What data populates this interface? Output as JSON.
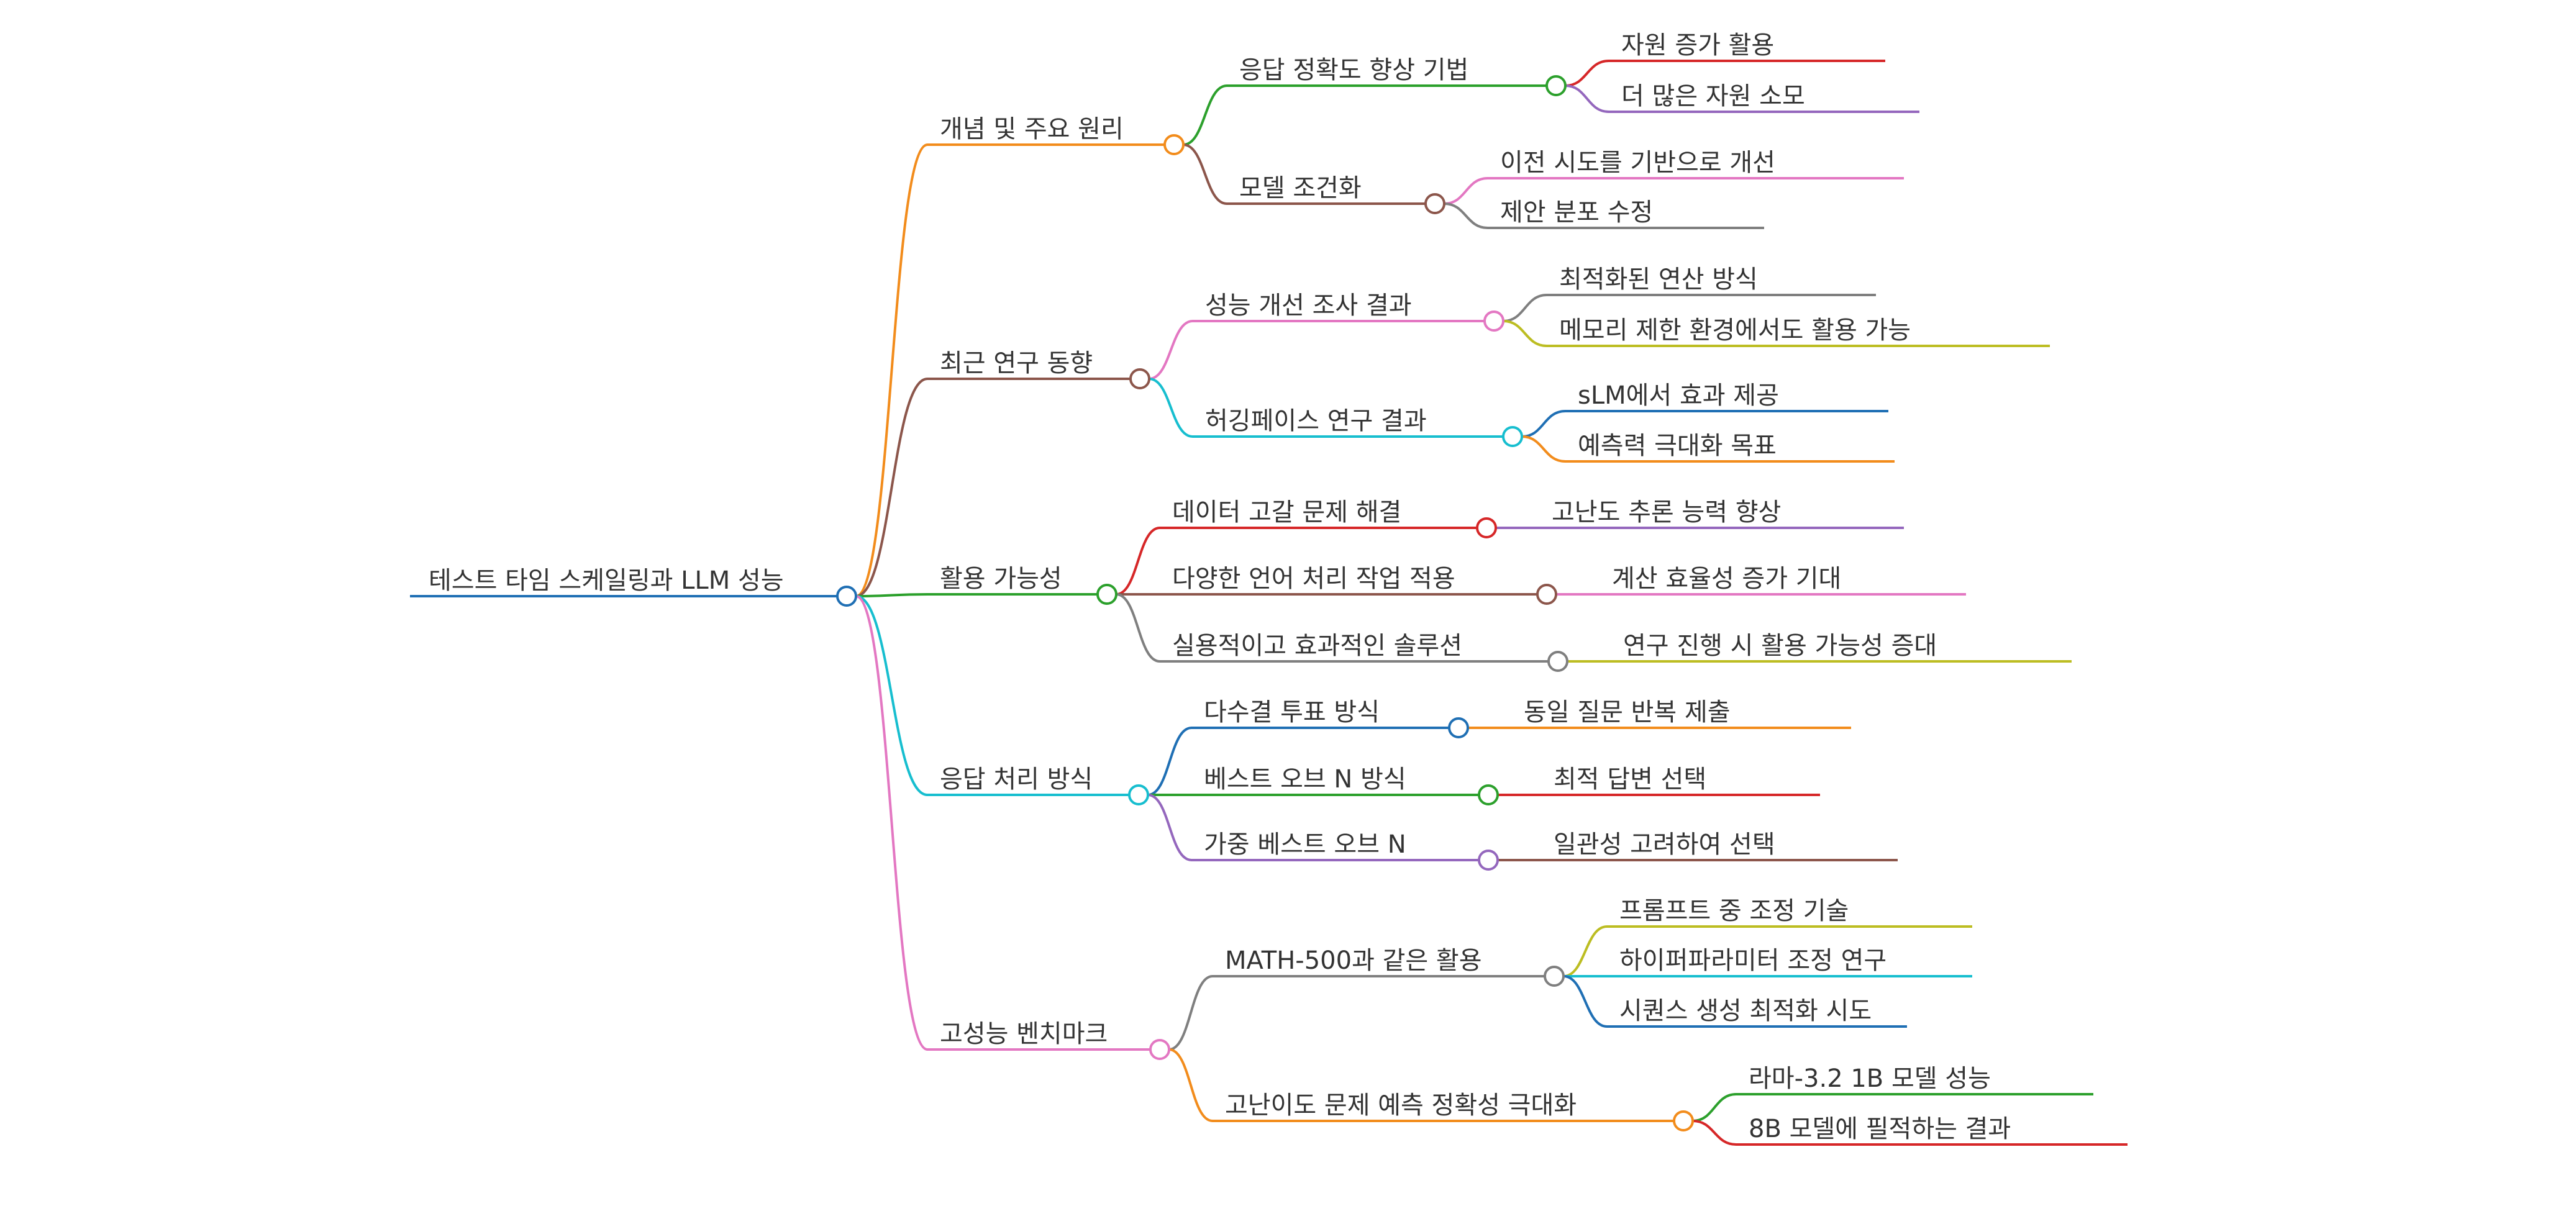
{
  "root": {
    "label": "테스트 타임 스케일링과 LLM 성능",
    "color": "#1f6fb4"
  },
  "branches": [
    {
      "label": "개념 및 주요 원리",
      "color": "#f28c1c",
      "children": [
        {
          "label": "응답 정확도 향상 기법",
          "color": "#2ca02c",
          "children": [
            {
              "label": "자원 증가 활용",
              "color": "#d62728"
            },
            {
              "label": "더 많은 자원 소모",
              "color": "#9467bd"
            }
          ]
        },
        {
          "label": "모델 조건화",
          "color": "#8c564b",
          "children": [
            {
              "label": "이전 시도를 기반으로 개선",
              "color": "#e377c2"
            },
            {
              "label": "제안 분포 수정",
              "color": "#7f7f7f"
            }
          ]
        }
      ]
    },
    {
      "label": "최근 연구 동향",
      "color": "#8c564b",
      "children": [
        {
          "label": "성능 개선 조사 결과",
          "color": "#e377c2",
          "children": [
            {
              "label": "최적화된 연산 방식",
              "color": "#7f7f7f"
            },
            {
              "label": "메모리 제한 환경에서도 활용 가능",
              "color": "#bcbd22"
            }
          ]
        },
        {
          "label": "허깅페이스 연구 결과",
          "color": "#17becf",
          "children": [
            {
              "label": "sLM에서 효과 제공",
              "color": "#1f6fb4"
            },
            {
              "label": "예측력 극대화 목표",
              "color": "#f28c1c"
            }
          ]
        }
      ]
    },
    {
      "label": "활용 가능성",
      "color": "#2ca02c",
      "children": [
        {
          "label": "데이터 고갈 문제 해결",
          "color": "#d62728",
          "children": [
            {
              "label": "고난도 추론 능력 향상",
              "color": "#9467bd"
            }
          ]
        },
        {
          "label": "다양한 언어 처리 작업 적용",
          "color": "#8c564b",
          "children": [
            {
              "label": "계산 효율성 증가 기대",
              "color": "#e377c2"
            }
          ]
        },
        {
          "label": "실용적이고 효과적인 솔루션",
          "color": "#7f7f7f",
          "children": [
            {
              "label": "연구 진행 시 활용 가능성 증대",
              "color": "#bcbd22"
            }
          ]
        }
      ]
    },
    {
      "label": "응답 처리 방식",
      "color": "#17becf",
      "children": [
        {
          "label": "다수결 투표 방식",
          "color": "#1f6fb4",
          "children": [
            {
              "label": "동일 질문 반복 제출",
              "color": "#f28c1c"
            }
          ]
        },
        {
          "label": "베스트 오브 N 방식",
          "color": "#2ca02c",
          "children": [
            {
              "label": "최적 답변 선택",
              "color": "#d62728"
            }
          ]
        },
        {
          "label": "가중 베스트 오브 N",
          "color": "#9467bd",
          "children": [
            {
              "label": "일관성 고려하여 선택",
              "color": "#8c564b"
            }
          ]
        }
      ]
    },
    {
      "label": "고성능 벤치마크",
      "color": "#e377c2",
      "children": [
        {
          "label": "MATH-500과 같은 활용",
          "color": "#7f7f7f",
          "children": [
            {
              "label": "프롬프트 중 조정 기술",
              "color": "#bcbd22"
            },
            {
              "label": "하이퍼파라미터 조정 연구",
              "color": "#17becf"
            },
            {
              "label": "시퀀스 생성 최적화 시도",
              "color": "#1f6fb4"
            }
          ]
        },
        {
          "label": "고난이도 문제 예측 정확성 극대화",
          "color": "#f28c1c",
          "children": [
            {
              "label": "라마-3.2 1B 모델 성능",
              "color": "#2ca02c"
            },
            {
              "label": "8B 모델에 필적하는 결과",
              "color": "#d62728"
            }
          ]
        }
      ]
    }
  ]
}
